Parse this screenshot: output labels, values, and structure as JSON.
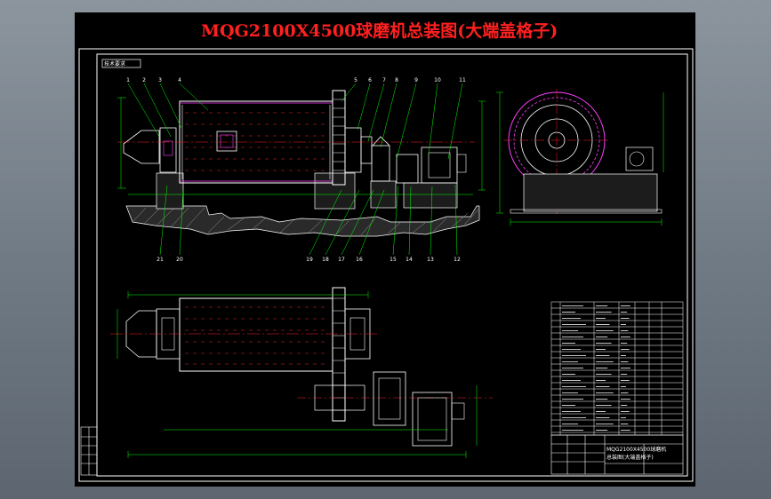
{
  "app": {
    "title": "MQG2100X4500球磨机总装图(大端盖格子)"
  },
  "sheet": {
    "technical_requirements_label": "技术要求",
    "title_block": {
      "drawing_name_line1": "MQG2100X4500球磨机",
      "drawing_name_line2": "总装图(大端盖格子)"
    }
  },
  "colors": {
    "background": "#000000",
    "title": "#ff2020",
    "outline": "#ffffff",
    "dimension": "#00ff00",
    "centerline": "#ff2020",
    "magenta": "#ff40ff",
    "annotation": "#ffffff"
  },
  "balloons": {
    "front_top": [
      "1",
      "2",
      "3",
      "4",
      "5",
      "6",
      "7",
      "8",
      "9",
      "10",
      "11"
    ],
    "front_bottom": [
      "21",
      "20",
      "19",
      "18",
      "17",
      "16",
      "15",
      "14",
      "13",
      "12"
    ]
  }
}
